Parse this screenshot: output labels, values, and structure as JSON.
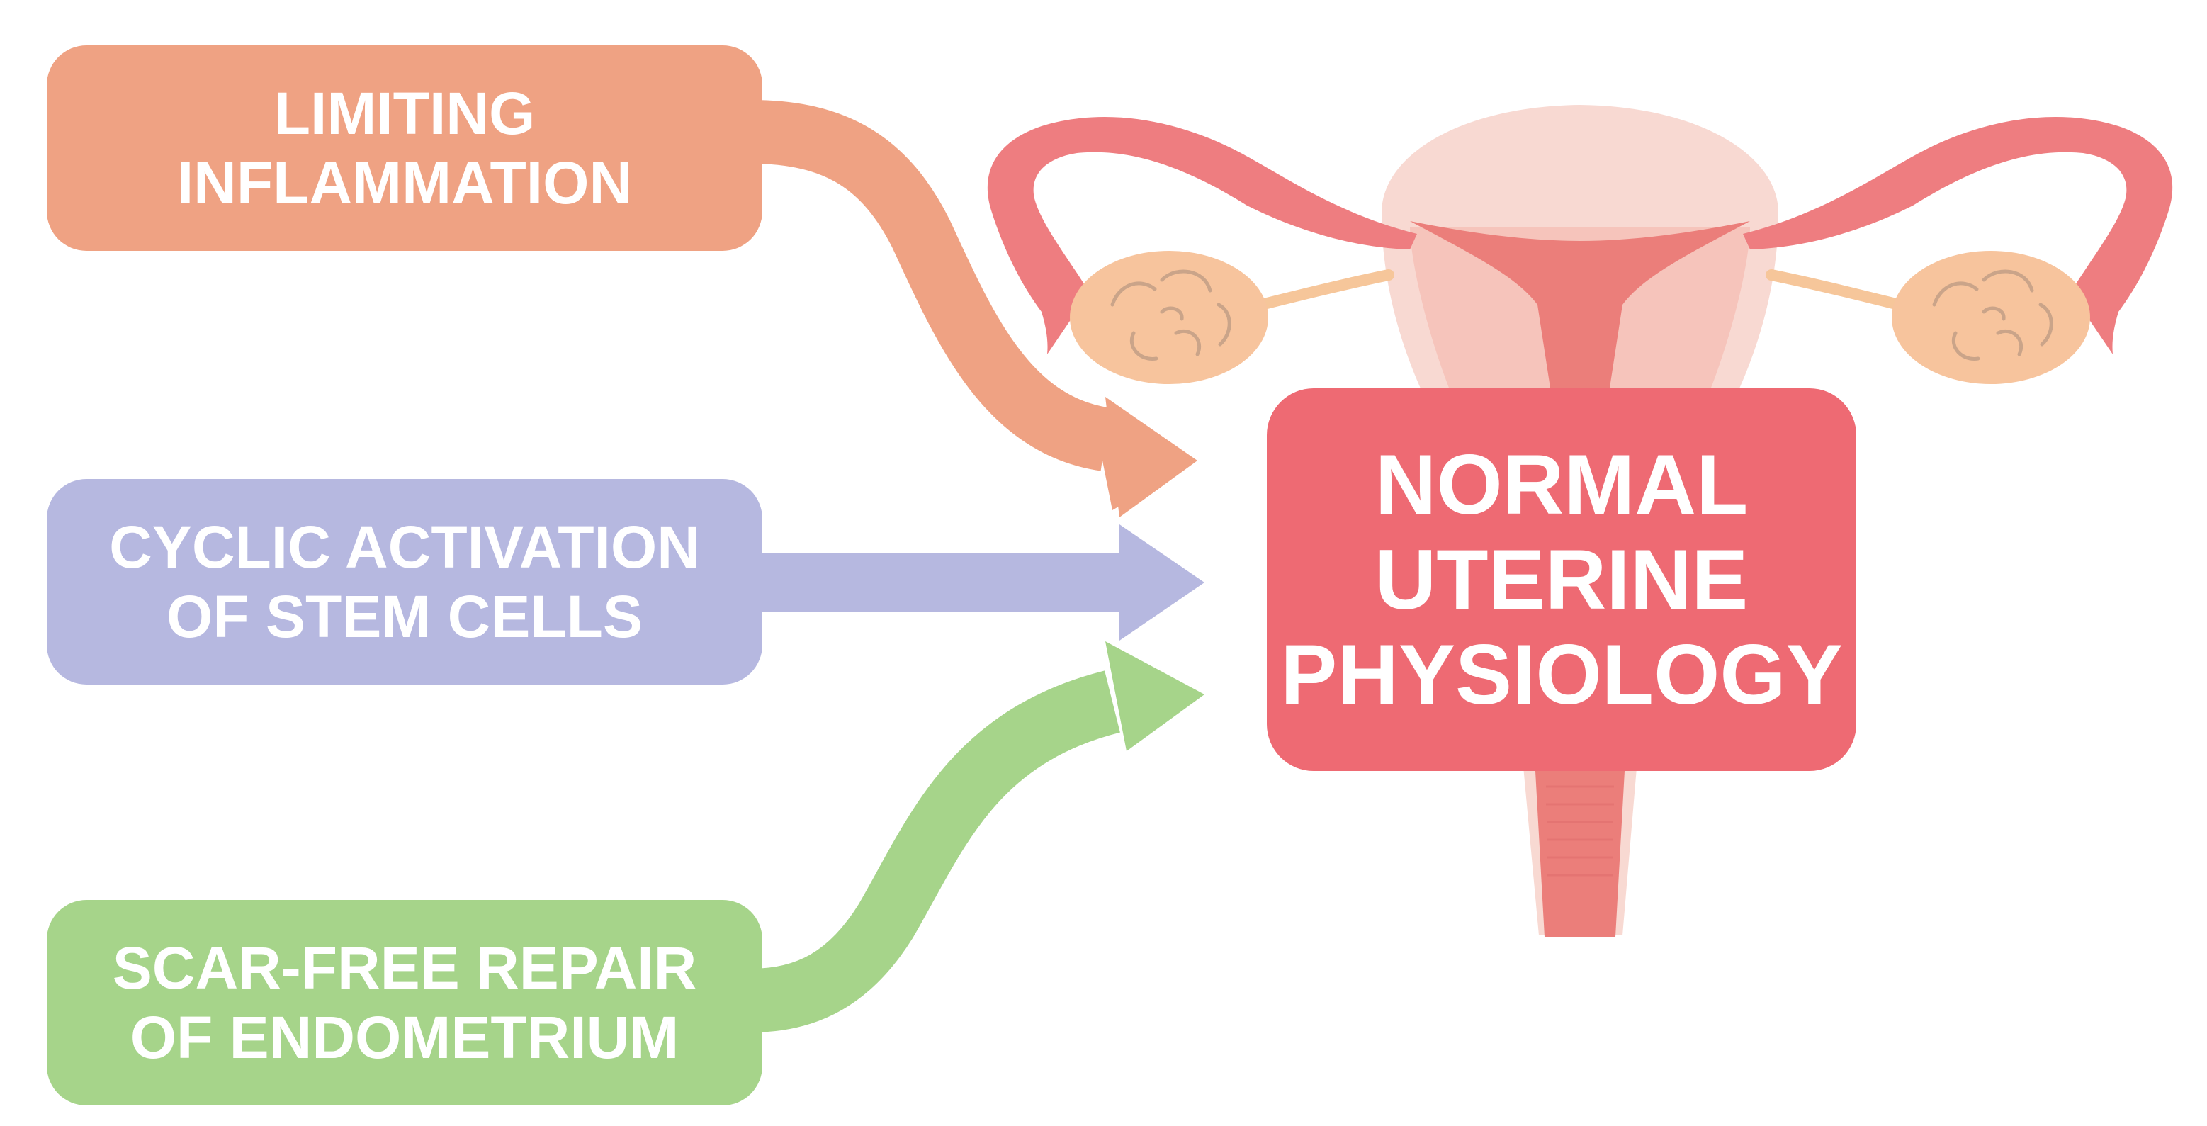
{
  "colors": {
    "inflammation": "#efa283",
    "stem_cells": "#b6b8e0",
    "repair": "#a6d48a",
    "outcome": "#ee6a73",
    "uterus_body": "#f6c4bb",
    "uterus_fundus": "#f8d9d2",
    "uterus_cavity": "#eb7e7a",
    "fallopian_tube": "#ee7d80",
    "ovary": "#f7c49d",
    "ovary_detail": "#caa489",
    "ligament": "#f6c69a",
    "cervix": "#eb7e7a",
    "background": "#ffffff"
  },
  "inputs": [
    {
      "id": "inflammation",
      "lines": [
        "LIMITING",
        "INFLAMMATION"
      ]
    },
    {
      "id": "stem_cells",
      "lines": [
        "CYCLIC ACTIVATION",
        "OF STEM CELLS"
      ]
    },
    {
      "id": "repair",
      "lines": [
        "SCAR-FREE REPAIR",
        "OF ENDOMETRIUM"
      ]
    }
  ],
  "outcome": {
    "lines": [
      "NORMAL",
      "UTERINE",
      "PHYSIOLOGY"
    ]
  },
  "illustration": {
    "icon": "uterus-illustration"
  }
}
